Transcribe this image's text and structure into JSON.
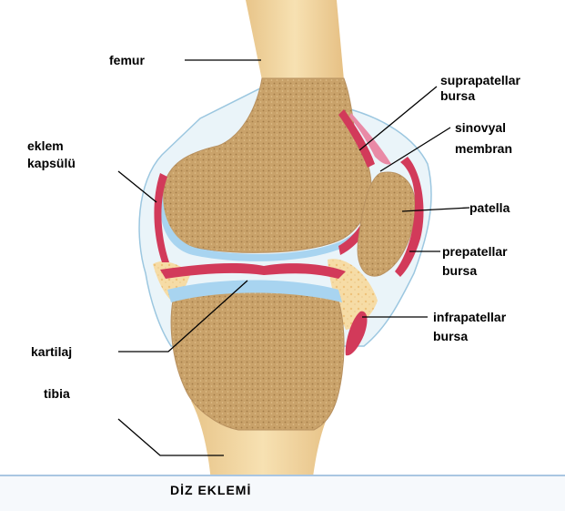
{
  "labels": {
    "femur": "femur",
    "suprapatellar": [
      "suprapatellar",
      "bursa"
    ],
    "sinovyal": [
      "sinovyal",
      "membran"
    ],
    "eklem": [
      "eklem",
      "kapsülü"
    ],
    "patella": "patella",
    "prepatellar": [
      "prepatellar",
      "bursa"
    ],
    "infrapatellar": [
      "infrapatellar",
      "bursa"
    ],
    "kartilaj": "kartilaj",
    "tibia": "tibia"
  },
  "footer": {
    "title": "DİZ EKLEMİ"
  },
  "colors": {
    "bone_shaft": "#f3d9a3",
    "spongy_bone": "#c9a26a",
    "cartilage": "#a8d4f0",
    "synovial_membrane": "#d23a5a",
    "capsule": "#e8f2f8",
    "fat_pad": "#f4d49a"
  }
}
